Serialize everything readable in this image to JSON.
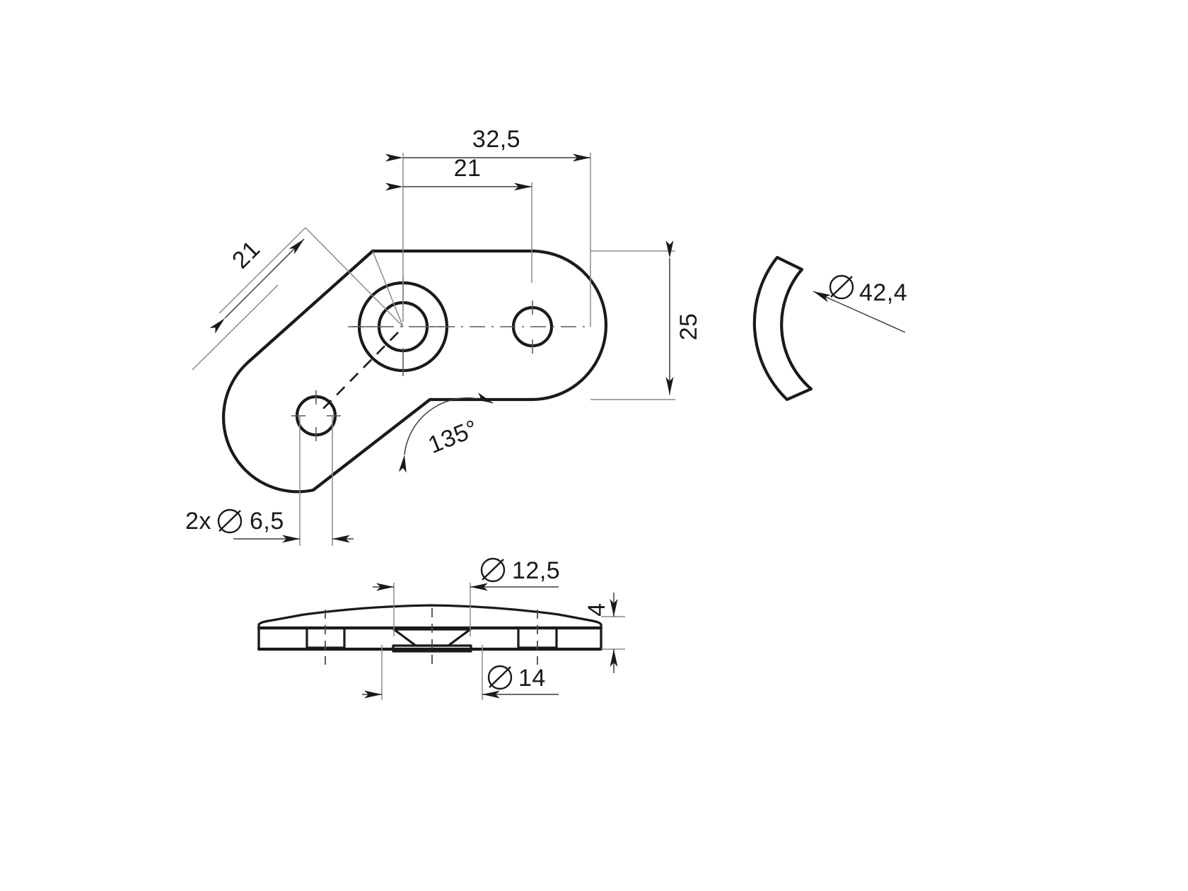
{
  "drawing": {
    "title": "Technical engineering drawing - bracket plate",
    "background_color": "#ffffff",
    "line_color": "#1a1a1a",
    "dimension_color": "#3c3c3c",
    "views": [
      {
        "name": "top-view",
        "label": "Top view of bracket plate with two bores"
      },
      {
        "name": "arc-detail-view",
        "label": "Curved arc segment detail"
      },
      {
        "name": "section-view",
        "label": "Sectional side elevation"
      }
    ]
  },
  "dimensions": {
    "overall_width": "32,5",
    "hole_spacing": "21",
    "inclined_length": "21",
    "height": "25",
    "angle": "135°",
    "small_holes": "2x",
    "small_holes_dia": "6,5",
    "arc_dia": "42,4",
    "counterbore_dia": "12,5",
    "boss_dia": "14",
    "thickness": "4",
    "dia_symbol": "⌀"
  },
  "labels": {
    "d32_5": "32,5",
    "d21_horizontal": "21",
    "d21_inclined": "21",
    "d25": "25",
    "angle135": "135°",
    "holes_2x": "2x",
    "holes_dia": "6,5",
    "arc_dia": "42,4",
    "cb_dia": "12,5",
    "boss_dia": "14",
    "thk": "4"
  }
}
